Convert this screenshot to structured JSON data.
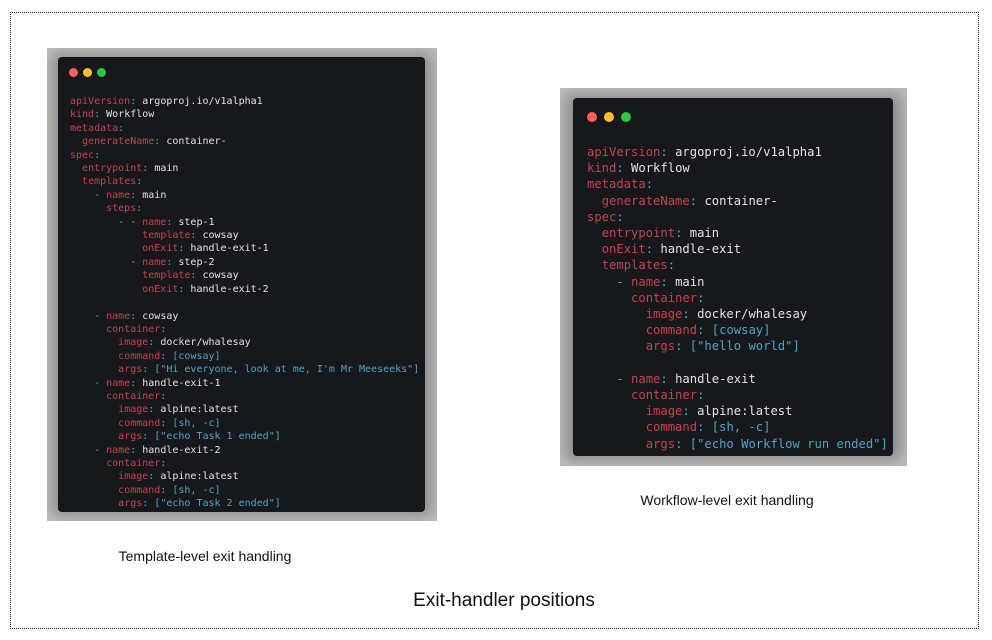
{
  "title": "Exit-handler positions",
  "colors": {
    "close": "#ff5f57",
    "minimize": "#febc2e",
    "zoom": "#28c840",
    "key": "#c8414b",
    "punct": "#4fa3c6",
    "value": "#e3e3e3"
  },
  "panels": [
    {
      "caption": "Template-level exit handling",
      "lines": [
        [
          "",
          "apiVersion",
          "argoproj.io/v1alpha1",
          0
        ],
        [
          "",
          "kind",
          "Workflow",
          0
        ],
        [
          "",
          "metadata",
          "",
          0
        ],
        [
          "  ",
          "generateName",
          "container-",
          0
        ],
        [
          "",
          "spec",
          "",
          0
        ],
        [
          "  ",
          "entrypoint",
          "main",
          0
        ],
        [
          "  ",
          "templates",
          "",
          0
        ],
        [
          "    - ",
          "name",
          "main",
          0
        ],
        [
          "      ",
          "steps",
          "",
          0
        ],
        [
          "        - - ",
          "name",
          "step-1",
          0
        ],
        [
          "            ",
          "template",
          "cowsay",
          0
        ],
        [
          "            ",
          "onExit",
          "handle-exit-1",
          0
        ],
        [
          "          - ",
          "name",
          "step-2",
          0
        ],
        [
          "            ",
          "template",
          "cowsay",
          0
        ],
        [
          "            ",
          "onExit",
          "handle-exit-2",
          0
        ],
        [
          "",
          "",
          "",
          0
        ],
        [
          "    - ",
          "name",
          "cowsay",
          0
        ],
        [
          "      ",
          "container",
          "",
          0
        ],
        [
          "        ",
          "image",
          "docker/whalesay",
          0
        ],
        [
          "        ",
          "command",
          "[cowsay]",
          1
        ],
        [
          "        ",
          "args",
          "[\"Hi everyone, look at me, I'm Mr Meeseeks\"]",
          1
        ],
        [
          "    - ",
          "name",
          "handle-exit-1",
          0
        ],
        [
          "      ",
          "container",
          "",
          0
        ],
        [
          "        ",
          "image",
          "alpine:latest",
          0
        ],
        [
          "        ",
          "command",
          "[sh, -c]",
          1
        ],
        [
          "        ",
          "args",
          "[\"echo Task 1 ended\"]",
          1
        ],
        [
          "    - ",
          "name",
          "handle-exit-2",
          0
        ],
        [
          "      ",
          "container",
          "",
          0
        ],
        [
          "        ",
          "image",
          "alpine:latest",
          0
        ],
        [
          "        ",
          "command",
          "[sh, -c]",
          1
        ],
        [
          "        ",
          "args",
          "[\"echo Task 2 ended\"]",
          1
        ]
      ]
    },
    {
      "caption": "Workflow-level exit handling",
      "lines": [
        [
          "",
          "apiVersion",
          "argoproj.io/v1alpha1",
          0
        ],
        [
          "",
          "kind",
          "Workflow",
          0
        ],
        [
          "",
          "metadata",
          "",
          0
        ],
        [
          "  ",
          "generateName",
          "container-",
          0
        ],
        [
          "",
          "spec",
          "",
          0
        ],
        [
          "  ",
          "entrypoint",
          "main",
          0
        ],
        [
          "  ",
          "onExit",
          "handle-exit",
          0
        ],
        [
          "  ",
          "templates",
          "",
          0
        ],
        [
          "    - ",
          "name",
          "main",
          0
        ],
        [
          "      ",
          "container",
          "",
          0
        ],
        [
          "        ",
          "image",
          "docker/whalesay",
          0
        ],
        [
          "        ",
          "command",
          "[cowsay]",
          1
        ],
        [
          "        ",
          "args",
          "[\"hello world\"]",
          1
        ],
        [
          "",
          "",
          "",
          0
        ],
        [
          "    - ",
          "name",
          "handle-exit",
          0
        ],
        [
          "      ",
          "container",
          "",
          0
        ],
        [
          "        ",
          "image",
          "alpine:latest",
          0
        ],
        [
          "        ",
          "command",
          "[sh, -c]",
          1
        ],
        [
          "        ",
          "args",
          "[\"echo Workflow run ended\"]",
          1
        ]
      ]
    }
  ]
}
